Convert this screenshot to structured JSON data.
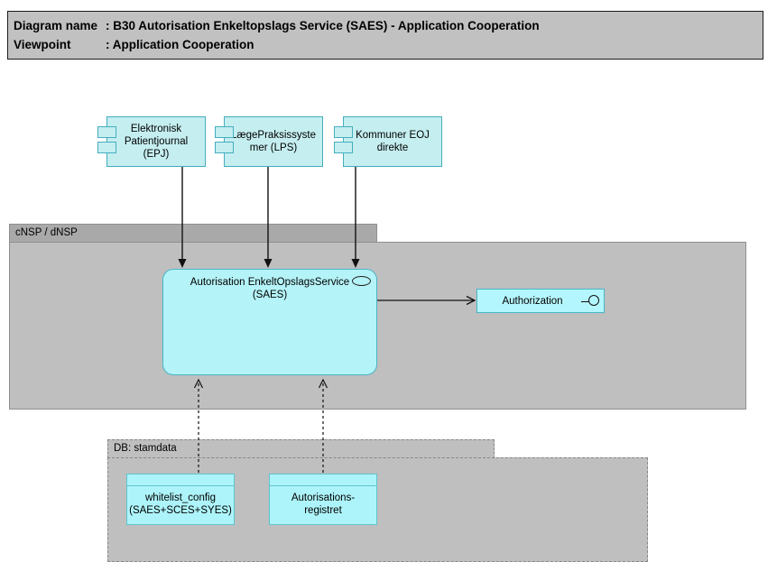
{
  "title": {
    "rows": [
      {
        "label": "Diagram name",
        "value": ": B30 Autorisation Enkeltopslags Service (SAES) - Application Cooperation"
      },
      {
        "label": "Viewpoint",
        "value": ": Application Cooperation"
      }
    ]
  },
  "components": [
    {
      "id": "epj",
      "label": "Elektronisk\nPatientjournal\n(EPJ)"
    },
    {
      "id": "lps",
      "label": "LægePraksissyste\nmer (LPS)"
    },
    {
      "id": "kommuner",
      "label": "Kommuner EOJ\ndirekte"
    }
  ],
  "nsp_group": {
    "label": "cNSP / dNSP",
    "service": {
      "label": "Autorisation EnkeltOpslagsService\n(SAES)"
    },
    "interface": {
      "label": "Authorization"
    }
  },
  "db_group": {
    "label": "DB: stamdata",
    "stores": [
      {
        "id": "whitelist",
        "label": "whitelist_config\n(SAES+SCES+SYES)"
      },
      {
        "id": "autorisationsregistret",
        "label": "Autorisations-\nregistret"
      }
    ]
  },
  "icons": {
    "component_tabs": "uml-component-icon",
    "service_oval": "application-service-icon",
    "interface_lollipop": "interface-lollipop-icon"
  },
  "colors": {
    "element_fill_cyan": "#c5eef0",
    "service_fill_cyan": "#b4f3f8",
    "store_fill_cyan": "#adf4fa",
    "element_border_teal": "#48b6c6",
    "title_fill_gray": "#c1c1c1",
    "group_tab_gray": "#a9a9a9",
    "group_body_gray": "#bfbfbf",
    "arrow_black": "#111111"
  }
}
